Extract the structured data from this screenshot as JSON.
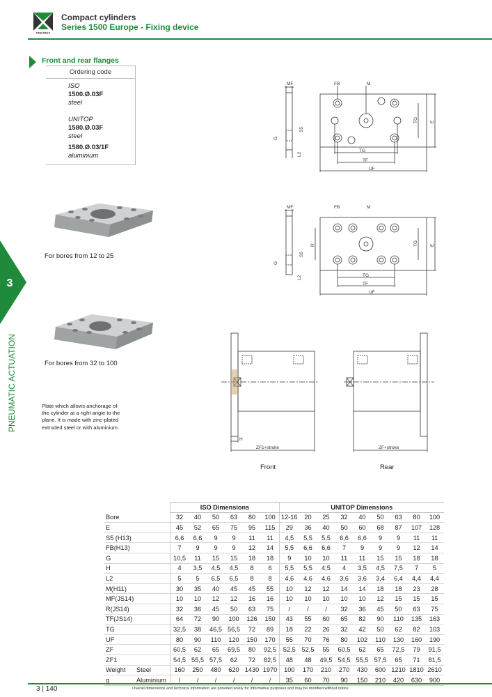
{
  "header": {
    "title": "Compact cylinders",
    "subtitle": "Series 1500 Europe - Fixing device",
    "logo_text": "PNEUMAX"
  },
  "section": {
    "title": "Front and rear flanges"
  },
  "ordering": {
    "heading": "Ordering code",
    "iso_label": "ISO",
    "iso_code": "1500.Ø.03F",
    "iso_mat": "steel",
    "unitop_label": "UNITOP",
    "unitop_code1": "1580.Ø.03F",
    "unitop_mat1": "steel",
    "unitop_code2": "1580.Ø.03/1F",
    "unitop_mat2": "aluminium"
  },
  "captions": {
    "bores_small": "For bores from 12 to 25",
    "bores_large": "For bores from 32 to 100",
    "front": "Front",
    "rear": "Rear"
  },
  "description": "Plate which allows anchorage of the cylinder at a right angle to the plane. It is made with zinc-plated extruded steel or with aluminium.",
  "side": {
    "tab_number": "3",
    "vertical_label": "PNEUMATIC ACTUATION"
  },
  "drawing_labels": {
    "mf": "MF",
    "fb": "FB",
    "m": "M",
    "s5": "S5",
    "g": "G",
    "l2": "L2",
    "tg": "TG",
    "tf": "TF",
    "uf": "UF",
    "e": "E",
    "r": "R",
    "h": "H",
    "zf1": "ZF1+stroke",
    "zf": "ZF+stroke"
  },
  "table": {
    "group_iso": "ISO Dimensions",
    "group_unitop": "UNITOP Dimensions",
    "rows": [
      {
        "label": "Bore",
        "sub": "",
        "iso": [
          "32",
          "40",
          "50",
          "63",
          "80",
          "100"
        ],
        "unitop": [
          "12-16",
          "20",
          "25",
          "32",
          "40",
          "50",
          "63",
          "80",
          "100"
        ]
      },
      {
        "label": "E",
        "sub": "",
        "iso": [
          "45",
          "52",
          "65",
          "75",
          "95",
          "115"
        ],
        "unitop": [
          "29",
          "36",
          "40",
          "50",
          "60",
          "68",
          "87",
          "107",
          "128"
        ]
      },
      {
        "label": "S5 (H13)",
        "sub": "",
        "iso": [
          "6,6",
          "6,6",
          "9",
          "9",
          "11",
          "11"
        ],
        "unitop": [
          "4,5",
          "5,5",
          "5,5",
          "6,6",
          "6,6",
          "9",
          "9",
          "11",
          "11"
        ]
      },
      {
        "label": "FB(H13)",
        "sub": "",
        "iso": [
          "7",
          "9",
          "9",
          "9",
          "12",
          "14"
        ],
        "unitop": [
          "5,5",
          "6,6",
          "6,6",
          "7",
          "9",
          "9",
          "9",
          "12",
          "14"
        ]
      },
      {
        "label": "G",
        "sub": "",
        "iso": [
          "10,5",
          "11",
          "15",
          "15",
          "18",
          "18"
        ],
        "unitop": [
          "9",
          "10",
          "10",
          "11",
          "11",
          "15",
          "15",
          "18",
          "18"
        ]
      },
      {
        "label": "H",
        "sub": "",
        "iso": [
          "4",
          "3,5",
          "4,5",
          "4,5",
          "8",
          "6"
        ],
        "unitop": [
          "5,5",
          "5,5",
          "4,5",
          "4",
          "3,5",
          "4,5",
          "7,5",
          "7",
          "5"
        ]
      },
      {
        "label": "L2",
        "sub": "",
        "iso": [
          "5",
          "5",
          "6,5",
          "6,5",
          "8",
          "8"
        ],
        "unitop": [
          "4,6",
          "4,6",
          "4,6",
          "3,6",
          "3,6",
          "3,4",
          "6,4",
          "4,4",
          "4,4"
        ]
      },
      {
        "label": "M(H11)",
        "sub": "",
        "iso": [
          "30",
          "35",
          "40",
          "45",
          "45",
          "55"
        ],
        "unitop": [
          "10",
          "12",
          "12",
          "14",
          "14",
          "18",
          "18",
          "23",
          "28"
        ]
      },
      {
        "label": "MF(JS14)",
        "sub": "",
        "iso": [
          "10",
          "10",
          "12",
          "12",
          "16",
          "16"
        ],
        "unitop": [
          "10",
          "10",
          "10",
          "10",
          "10",
          "12",
          "15",
          "15",
          "15"
        ]
      },
      {
        "label": "R(JS14)",
        "sub": "",
        "iso": [
          "32",
          "36",
          "45",
          "50",
          "63",
          "75"
        ],
        "unitop": [
          "/",
          "/",
          "/",
          "32",
          "36",
          "45",
          "50",
          "63",
          "75"
        ]
      },
      {
        "label": "TF(JS14)",
        "sub": "",
        "iso": [
          "64",
          "72",
          "90",
          "100",
          "126",
          "150"
        ],
        "unitop": [
          "43",
          "55",
          "60",
          "65",
          "82",
          "90",
          "110",
          "135",
          "163"
        ]
      },
      {
        "label": "TG",
        "sub": "",
        "iso": [
          "32,5",
          "38",
          "46,5",
          "56,5",
          "72",
          "89"
        ],
        "unitop": [
          "18",
          "22",
          "26",
          "32",
          "42",
          "50",
          "62",
          "82",
          "103"
        ]
      },
      {
        "label": "UF",
        "sub": "",
        "iso": [
          "80",
          "90",
          "110",
          "120",
          "150",
          "170"
        ],
        "unitop": [
          "55",
          "70",
          "76",
          "80",
          "102",
          "110",
          "130",
          "160",
          "190"
        ]
      },
      {
        "label": "ZF",
        "sub": "",
        "iso": [
          "60,5",
          "62",
          "65",
          "69,5",
          "80",
          "92,5"
        ],
        "unitop": [
          "52,5",
          "52,5",
          "55",
          "60,5",
          "62",
          "65",
          "72,5",
          "79",
          "91,5"
        ]
      },
      {
        "label": "ZF1",
        "sub": "",
        "iso": [
          "54,5",
          "55,5",
          "57,5",
          "62",
          "72",
          "82,5"
        ],
        "unitop": [
          "48",
          "48",
          "49,5",
          "54,5",
          "55,5",
          "57,5",
          "65",
          "71",
          "81,5"
        ]
      },
      {
        "label": "Weight",
        "sub": "Steel",
        "iso": [
          "160",
          "250",
          "480",
          "620",
          "1430",
          "1970"
        ],
        "unitop": [
          "100",
          "170",
          "210",
          "270",
          "430",
          "600",
          "1210",
          "1810",
          "2610"
        ]
      },
      {
        "label": "g",
        "sub": "Aluminium",
        "iso": [
          "/",
          "/",
          "/",
          "/",
          "/",
          "/"
        ],
        "unitop": [
          "35",
          "60",
          "70",
          "90",
          "150",
          "210",
          "420",
          "630",
          "900"
        ]
      }
    ]
  },
  "footer": {
    "page": "3 | 140",
    "note": "Overall dimensions and technical information are provided solely for informative purposes and may be modified without notice"
  },
  "colors": {
    "accent": "#1f8a3c"
  }
}
